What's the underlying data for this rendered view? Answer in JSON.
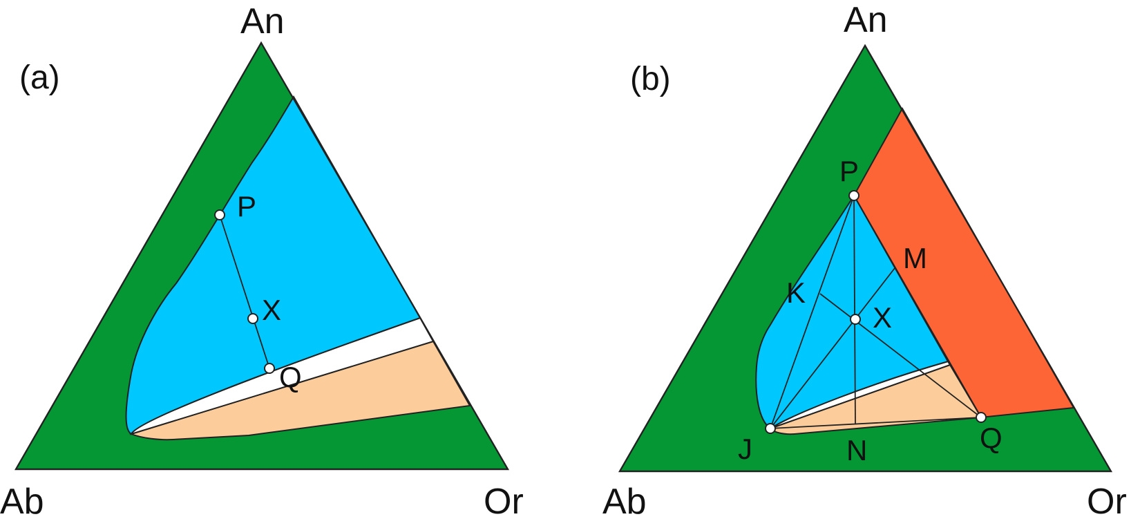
{
  "colors": {
    "outer_region": "#049733",
    "blue_region": "#00c8fe",
    "white_band": "#ffffff",
    "peach_region": "#fccc9b",
    "orange_region": "#fe6536",
    "outline": "#222222"
  },
  "panel_a": {
    "panel_label": "(a)",
    "corners": {
      "top": "An",
      "left": "Ab",
      "right": "Or"
    },
    "points": {
      "p": "P",
      "x": "X",
      "q": "Q"
    }
  },
  "panel_b": {
    "panel_label": "(b)",
    "corners": {
      "top": "An",
      "left": "Ab",
      "right": "Or"
    },
    "points": {
      "p": "P",
      "m": "M",
      "k": "K",
      "x": "X",
      "j": "J",
      "n": "N",
      "q": "Q"
    }
  }
}
